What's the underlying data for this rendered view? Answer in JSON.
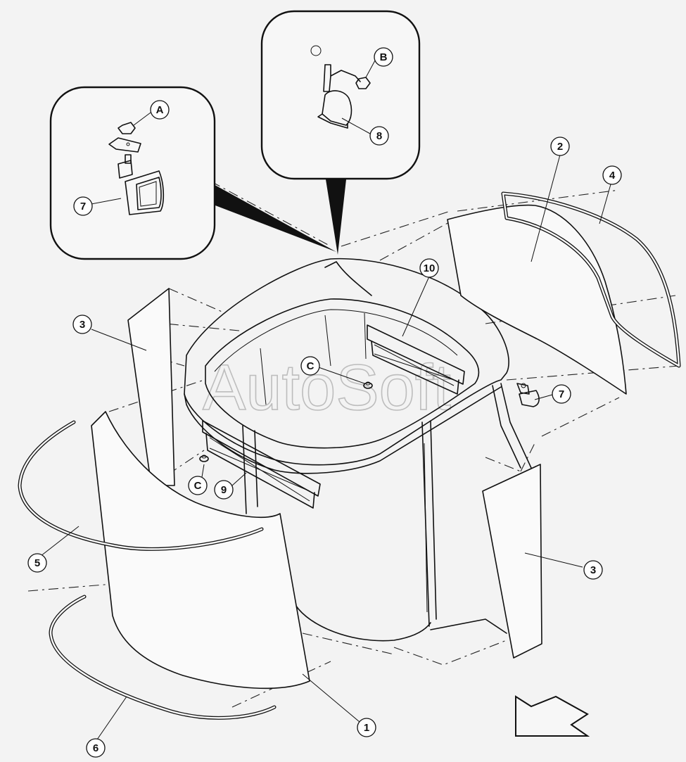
{
  "watermark": "AutoSoft",
  "callouts": {
    "c1": "1",
    "c2": "2",
    "c3_left": "3",
    "c3_right": "3",
    "c4": "4",
    "c5": "5",
    "c6": "6",
    "c7_detail": "7",
    "c7_main": "7",
    "c8": "8",
    "c9": "9",
    "c10": "10",
    "cA": "A",
    "cB": "B",
    "cC_upper": "C",
    "cC_lower": "C"
  },
  "icons": {
    "view_direction": "view-direction-arrow-icon",
    "detail_a": "detail-balloon-a",
    "detail_b": "detail-balloon-b"
  },
  "colors": {
    "background": "#f3f3f3",
    "line": "#111111",
    "watermark": "#bdbdbd"
  }
}
